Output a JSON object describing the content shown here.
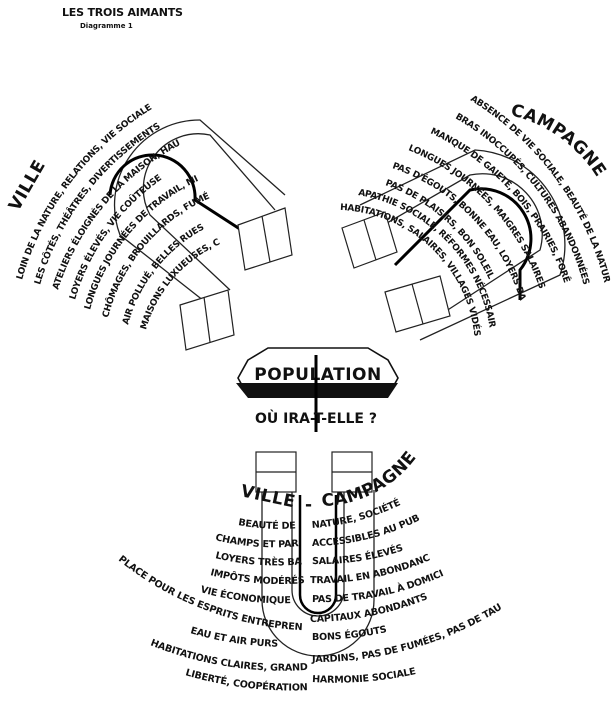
{
  "header": {
    "title": "LES TROIS AIMANTS",
    "subtitle": "Diagramme 1"
  },
  "magnets": {
    "ville": {
      "title": "VILLE",
      "lines": [
        "LOIN DE LA NATURE, RELATIONS, VIE SOCIALE",
        "LES CÔTÉS, THÉÂTRES, DIVERTISSEMENTS",
        "ATELIERS ÉLOIGNÉS DE LA MAISON, HAUTS SALAIRES",
        "LOYERS ÉLEVÉS, VIE COÛTEUSE",
        "LONGUES JOURNÉES DE TRAVAIL, MISÈRE",
        "CHÔMAGES, BROUILLARDS, FUMÉES",
        "AIR POLLUÉ, BELLES RUES",
        "MAISONS LUXUEUSES, CABARETS"
      ]
    },
    "campagne": {
      "title": "CAMPAGNE",
      "lines": [
        "ABSENCE DE VIE SOCIALE, BEAUTÉ DE LA NATURE",
        "BRAS INOCCUPÉS, CULTURES ABANDONNÉES",
        "MANQUE DE GAIETÉ, BOIS, PRAIRIES, FORÊTS",
        "LONGUES JOURNÉES, MAIGRES SALAIRES, BON AIR",
        "PAS D'ÉGOUTS, BONNE EAU, LOYERS BAS",
        "PAS DE PLAISIRS, BON SOLEIL",
        "APATHIE SOCIALE, RÉFORMES NÉCESSAIRES",
        "HABITATIONS, SALAIRES, VILLAGES VIDÉS"
      ]
    },
    "ville_campagne": {
      "title_left": "VILLE",
      "title_dot": "-",
      "title_right": "CAMPAGNE",
      "left_lines": [
        "BEAUTÉ DE LA",
        "CHAMPS ET PARCS",
        "LOYERS TRÈS BAS",
        "IMPÔTS MODÉRÉS",
        "VIE ÉCONOMIQUE",
        "PLACE POUR LES ESPRITS ENTREPRENANTS",
        "EAU ET AIR PURS",
        "HABITATIONS CLAIRES, GRANDS",
        "LIBERTÉ, COOPÉRATION"
      ],
      "right_lines": [
        "NATURE, SOCIÉTÉ",
        "ACCESSIBLES AU PUBLIC",
        "SALAIRES ÉLEVÉS",
        "TRAVAIL EN ABONDANCE",
        "PAS DE TRAVAIL À DOMICILE",
        "CAPITAUX ABONDANTS",
        "BONS ÉGOUTS",
        "JARDINS, PAS DE FUMÉES, PAS DE TAUDIS",
        "HARMONIE SOCIALE"
      ]
    }
  },
  "center": {
    "label": "POPULATION",
    "question": "OÙ IRA-T-ELLE ?"
  }
}
